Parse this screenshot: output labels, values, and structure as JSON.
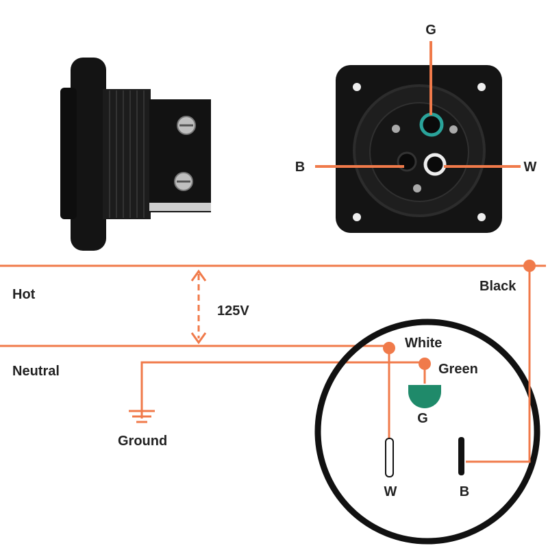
{
  "colors": {
    "wire": "#f07a4a",
    "outline": "#111111",
    "green_pin": "#1f8a6a",
    "photo_dark": "#161616",
    "teal_ring": "#2aa39a"
  },
  "photo_labels": {
    "g": "G",
    "b": "B",
    "w": "W"
  },
  "wiring": {
    "hot": "Hot",
    "neutral": "Neutral",
    "voltage": "125V",
    "ground": "Ground",
    "black": "Black",
    "white": "White",
    "green": "Green"
  },
  "receptacle_labels": {
    "g": "G",
    "w": "W",
    "b": "B"
  }
}
